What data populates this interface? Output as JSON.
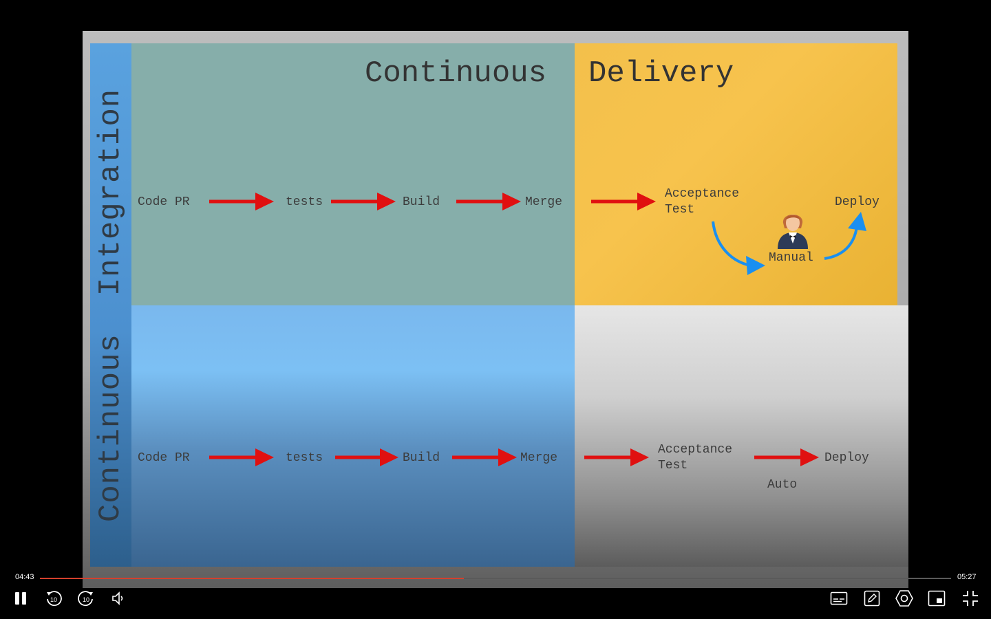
{
  "slide": {
    "title_left": "Continuous",
    "title_right": "Delivery",
    "side_label": "Continuous  Integration",
    "top_row": {
      "code_pr": "Code PR",
      "tests": "tests",
      "build": "Build",
      "merge": "Merge",
      "acceptance_line1": "Acceptance",
      "acceptance_line2": "Test",
      "deploy": "Deploy",
      "manual": "Manual"
    },
    "bottom_row": {
      "code_pr": "Code PR",
      "tests": "tests",
      "build": "Build",
      "merge": "Merge",
      "acceptance_line1": "Acceptance",
      "acceptance_line2": "Test",
      "deploy": "Deploy",
      "auto": "Auto"
    }
  },
  "player": {
    "current_time": "04:43",
    "total_time": "05:27",
    "progress_fraction": 0.465,
    "rewind_label": "10",
    "forward_label": "10",
    "icons": [
      "pause-icon",
      "rewind-10-icon",
      "forward-10-icon",
      "volume-icon",
      "subtitles-icon",
      "notes-icon",
      "settings-icon",
      "picture-in-picture-icon",
      "exit-fullscreen-icon"
    ]
  },
  "colors": {
    "arrow_red": "#e01010",
    "arrow_blue": "#1a8ff0",
    "progress": "#d4402c"
  }
}
